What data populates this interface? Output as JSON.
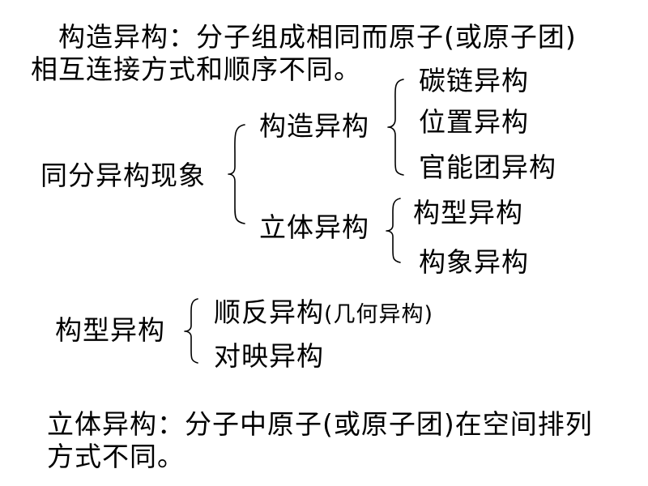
{
  "definition_constitutional": {
    "line1": "构造异构：分子组成相同而原子(或原子团)",
    "line2": "相互连接方式和顺序不同。"
  },
  "tree": {
    "root": "同分异构现象",
    "constitutional": {
      "label": "构造异构",
      "children": [
        "碳链异构",
        "位置异构",
        "官能团异构"
      ]
    },
    "stereo": {
      "label": "立体异构",
      "children": [
        "构型异构",
        "构象异构"
      ]
    }
  },
  "configurational": {
    "label": "构型异构",
    "children": [
      {
        "main": "顺反异构",
        "extra": "(几何异构)"
      },
      {
        "main": "对映异构"
      }
    ]
  },
  "definition_stereo": {
    "line1": "立体异构：分子中原子(或原子团)在空间排列",
    "line2": "方式不同。"
  }
}
